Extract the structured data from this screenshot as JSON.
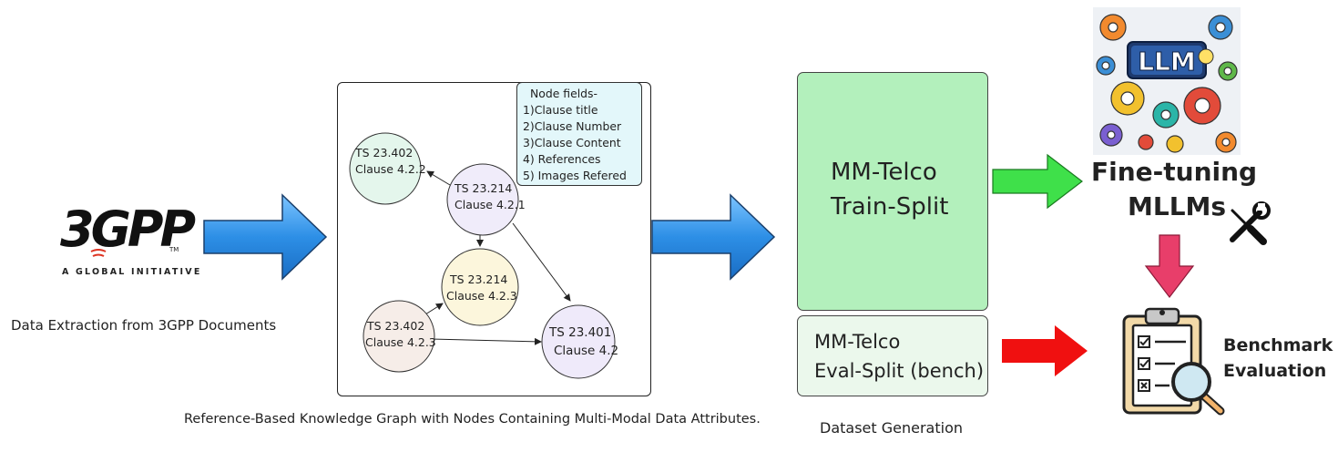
{
  "logo": {
    "main": "3GPP",
    "tm": "TM",
    "subtitle": "A GLOBAL INITIATIVE"
  },
  "captions": {
    "extraction": "Data Extraction from 3GPP Documents",
    "graph": "Reference-Based Knowledge Graph with Nodes Containing Multi-Modal Data Attributes.",
    "dataset": "Dataset Generation"
  },
  "node_fields": {
    "title": "Node fields-",
    "items": [
      "1)Clause title",
      "2)Clause Number",
      "3)Clause Content",
      "4) References",
      "5) Images Refered"
    ]
  },
  "graph_nodes": [
    {
      "id": "n1",
      "line1": "TS 23.402",
      "line2": "Clause 4.2.2",
      "color": "#e4f6ec"
    },
    {
      "id": "n2",
      "line1": "TS 23.214",
      "line2": "Clause 4.2.1",
      "color": "#f0ecfa"
    },
    {
      "id": "n3",
      "line1": "TS 23.214",
      "line2": "Clause 4.2.3",
      "color": "#fcf6dc"
    },
    {
      "id": "n4",
      "line1": "TS 23.402",
      "line2": "Clause 4.2.3",
      "color": "#f6ede8"
    },
    {
      "id": "n5",
      "line1": "TS 23.401",
      "line2": "Clause 4.2",
      "color": "#efeafa"
    }
  ],
  "dataset": {
    "train_line1": "MM-Telco",
    "train_line2": "Train-Split",
    "train_color": "#b3f0bc",
    "eval_line1": "MM-Telco",
    "eval_line2": "Eval-Split (bench)",
    "eval_color": "#ebf8ec"
  },
  "llm": {
    "badge": "LLM",
    "finetune_line1": "Fine-tuning",
    "finetune_line2": "MLLMs"
  },
  "benchmark": {
    "line1": "Benchmark",
    "line2": "Evaluation"
  },
  "colors": {
    "blue_arrow": "#2d8fe6",
    "green_arrow": "#3fe04a",
    "red_arrow": "#f01010",
    "pink_arrow": "#e83e6a"
  },
  "icons": [
    "wrench-screwdriver-icon",
    "clipboard-checklist-icon",
    "magnifier-icon",
    "gears-icon"
  ]
}
